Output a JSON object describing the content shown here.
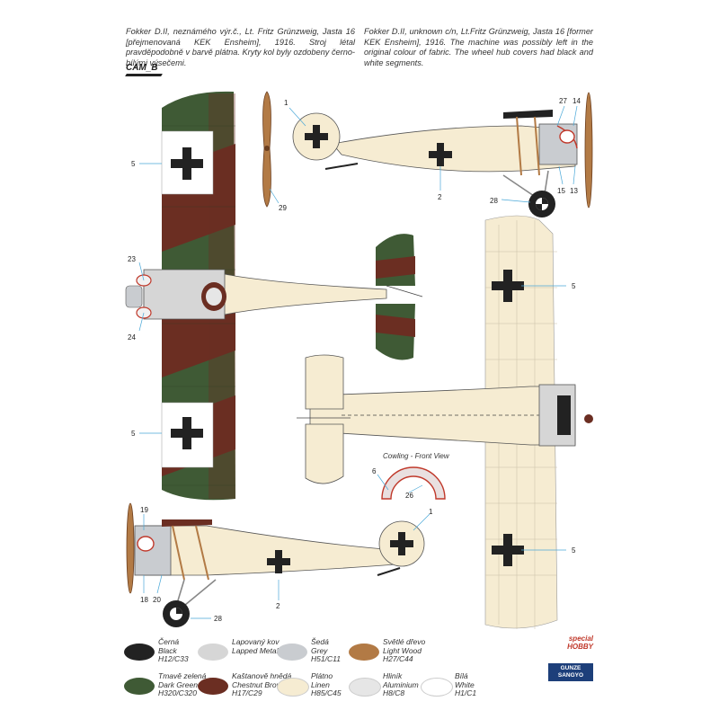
{
  "captions": {
    "czech": "Fokker D.II, neznámého výr.č., Lt. Fritz Grünzweig, Jasta 16 [přejmenovaná KEK Ensheim], 1916. Stroj létal pravděpodobně v barvě plátna. Kryty kol byly ozdobeny černo-bílými výsečemi.",
    "english": "Fokker D.II, unknown c/n, Lt.Fritz Grünzweig, Jasta 16 [former KEK Ensheim], 1916. The machine was possibly left in the original colour of fabric. The wheel hub covers had black and white segments."
  },
  "logo": "CAM_B",
  "cowling_title": "Cowling - Front View",
  "callouts": {
    "n1a": "1",
    "n2a": "2",
    "n27": "27",
    "n14": "14",
    "n15": "15",
    "n13": "13",
    "n28a": "28",
    "n29": "29",
    "n5a": "5",
    "n5b": "5",
    "n23": "23",
    "n24": "24",
    "n5c": "5",
    "n5d": "5",
    "n6": "6",
    "n26": "26",
    "n19": "19",
    "n18": "18",
    "n20": "20",
    "n1b": "1",
    "n2b": "2",
    "n28b": "28"
  },
  "colors": {
    "black": "#222222",
    "lapped_metal": "#d6d6d6",
    "grey": "#c9ccd0",
    "light_wood": "#b27a45",
    "dark_green": "#3f5a35",
    "chestnut_brown": "#6b2e22",
    "linen": "#f6ecd2",
    "aluminium": "#e6e6e6",
    "white": "#ffffff"
  },
  "legend": [
    {
      "cz": "Černá",
      "en": "Black",
      "code": "H12/C33",
      "color": "#222222"
    },
    {
      "cz": "Lapovaný kov",
      "en": "Lapped Metal",
      "code": "",
      "color": "#d6d6d6"
    },
    {
      "cz": "Šedá",
      "en": "Grey",
      "code": "H51/C11",
      "color": "#c9ccd0"
    },
    {
      "cz": "Světlé dřevo",
      "en": "Light Wood",
      "code": "H27/C44",
      "color": "#b27a45"
    },
    {
      "cz": "Tmavě zelená",
      "en": "Dark Green",
      "code": "H320/C320",
      "color": "#3f5a35"
    },
    {
      "cz": "Kaštanově hnědá",
      "en": "Chestnut Brown",
      "code": "H17/C29",
      "color": "#6b2e22"
    },
    {
      "cz": "Plátno",
      "en": "Linen",
      "code": "H85/C45",
      "color": "#f6ecd2"
    },
    {
      "cz": "Hliník",
      "en": "Aluminium",
      "code": "H8/C8",
      "color": "#e6e6e6"
    },
    {
      "cz": "Bílá",
      "en": "White",
      "code": "H1/C1",
      "color": "#ffffff"
    }
  ],
  "brand": {
    "top": "special HOBBY",
    "bottom": "GUNZE SANGYO"
  }
}
